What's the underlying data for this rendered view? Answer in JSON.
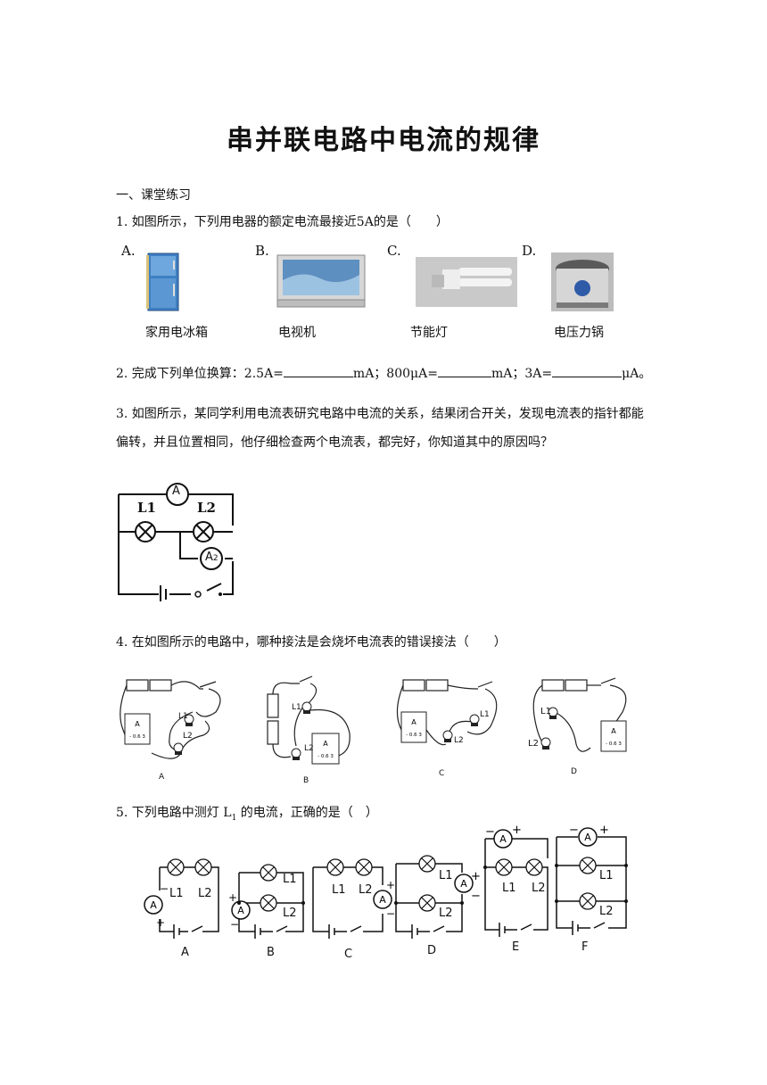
{
  "title": "串并联电路中电流的规律",
  "section": "一、课堂练习",
  "q1": {
    "text": "1. 如图所示，下列用电器的额定电流最接近5A的是（　　）",
    "options": [
      {
        "letter": "A.",
        "caption": "家用电冰箱"
      },
      {
        "letter": "B.",
        "caption": "电视机"
      },
      {
        "letter": "C.",
        "caption": "节能灯"
      },
      {
        "letter": "D.",
        "caption": "电压力锅"
      }
    ]
  },
  "q2": {
    "prefix": "2.  完成下列单位换算：2.5A=",
    "part2": "mA；800μA=",
    "part3": "mA；3A=",
    "suffix": "μA。"
  },
  "q3": {
    "text": "3.  如图所示，某同学利用电流表研究电路中电流的关系，结果闭合开关，发现电流表的指针都能偏转，并且位置相同，他仔细检查两个电流表，都完好，你知道其中的原因吗？",
    "labels": {
      "l1": "L1",
      "l2": "L2",
      "a1": "A",
      "a2": "A",
      "a2sub": "2"
    }
  },
  "q4": {
    "text": "4.  在如图所示的电路中，哪种接法是会烧坏电流表的错误接法（　　）",
    "fig_labels": [
      "A",
      "B",
      "C",
      "D"
    ],
    "meter": {
      "a": "A",
      "scale": "- 0.6 3"
    },
    "lamp1": "L1",
    "lamp2": "L2"
  },
  "q5": {
    "text_pre": "5. 下列电路中测灯 L",
    "text_sub": "1",
    "text_post": " 的电流，正确的是（　）",
    "fig_labels": [
      "A",
      "B",
      "C",
      "D",
      "E",
      "F"
    ],
    "l1": "L1",
    "l2": "L2",
    "ammeter": "A"
  }
}
